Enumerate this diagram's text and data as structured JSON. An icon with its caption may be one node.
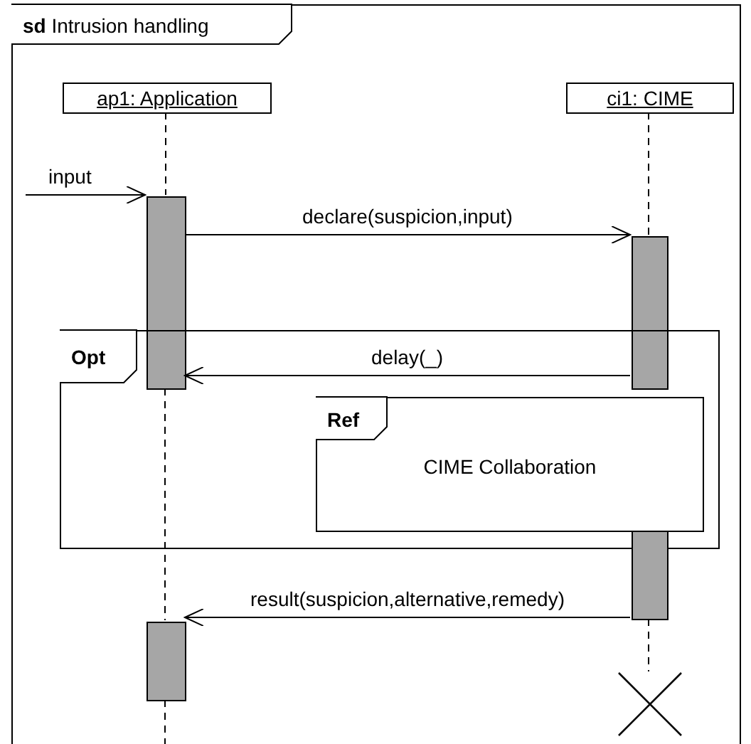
{
  "diagram": {
    "nodes": [
      {
        "text": [
          "**sd** Intrusion handling"
        ]
      },
      {
        "text": [
          "ap1: Application"
        ],
        "in": 0
      },
      {
        "text": [
          "ci1: CIME"
        ],
        "in": 0
      },
      {
        "text": [],
        "shape": "bar",
        "in": 0
      },
      {
        "text": [],
        "shape": "bar",
        "in": 0
      },
      {
        "text": [
          "Opt"
        ],
        "in": 0
      },
      {
        "text": [
          "Ref",
          "CIME Collaboration"
        ],
        "in": 5
      },
      {
        "text": [],
        "shape": "bar",
        "in": 0
      },
      {
        "text": [],
        "shape": "bar",
        "in": 0
      },
      {
        "text": [],
        "shape": "cross",
        "in": 0
      }
    ],
    "edges": [
      {
        "from": null,
        "to": 3,
        "arrow": "to",
        "label": "input"
      },
      {
        "from": 3,
        "to": 4,
        "arrow": "to",
        "label": "declare(suspicion,input)"
      },
      {
        "from": 4,
        "to": 3,
        "arrow": "to",
        "label": "delay(_)"
      },
      {
        "from": 7,
        "to": 8,
        "arrow": "to",
        "label": "result(suspicion,alternative,remedy)"
      },
      {
        "from": 1,
        "to": 3,
        "arrow": "none",
        "style": "dashed"
      },
      {
        "from": 3,
        "to": 8,
        "arrow": "none",
        "style": "dashed"
      },
      {
        "from": 8,
        "to": null,
        "arrow": "none",
        "style": "dashed"
      },
      {
        "from": 2,
        "to": 4,
        "arrow": "none",
        "style": "dashed"
      },
      {
        "from": 7,
        "to": 9,
        "arrow": "none",
        "style": "dashed"
      }
    ]
  }
}
